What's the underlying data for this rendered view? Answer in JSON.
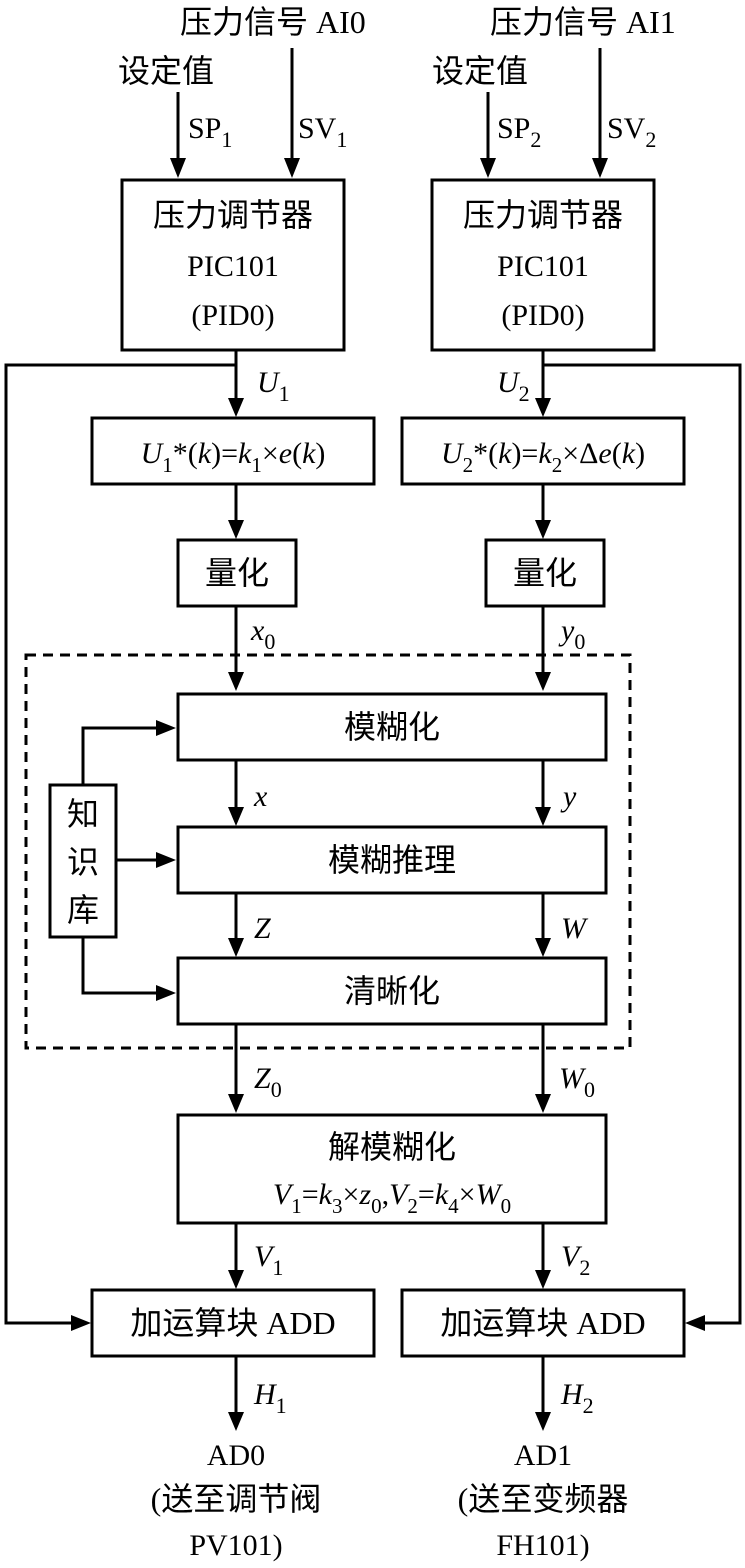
{
  "left": {
    "input_signal": "压力信号 AI0",
    "setpoint": "设定值",
    "sp": "SP",
    "sp_sub": "1",
    "sv": "SV",
    "sv_sub": "1",
    "controller": {
      "line1": "压力调节器",
      "line2": "PIC101",
      "line3": "(PID0)"
    },
    "u": "U",
    "u_sub": "1",
    "formula": {
      "a": "U",
      "a_sub": "1",
      "b": "*(",
      "c": "k",
      "d": ")=",
      "e": "k",
      "e_sub": "1",
      "f": "×",
      "g": "e",
      "h": "(",
      "i": "k",
      "j": ")"
    },
    "quantize": "量化",
    "q_out": "x",
    "q_out_sub": "0",
    "fz_out": "x",
    "inf_out": "Z",
    "def_out": "Z",
    "def_out_sub": "0",
    "v": "V",
    "v_sub": "1",
    "adder": "加运算块 ADD",
    "h": "H",
    "h_sub": "1",
    "output": {
      "line1": "AD0",
      "line2": "(送至调节阀",
      "line3": "PV101)"
    }
  },
  "right": {
    "input_signal": "压力信号 AI1",
    "setpoint": "设定值",
    "sp": "SP",
    "sp_sub": "2",
    "sv": "SV",
    "sv_sub": "2",
    "controller": {
      "line1": "压力调节器",
      "line2": "PIC101",
      "line3": "(PID0)"
    },
    "u": "U",
    "u_sub": "2",
    "formula": {
      "a": "U",
      "a_sub": "2",
      "b": "*(",
      "c": "k",
      "d": ")=",
      "e": "k",
      "e_sub": "2",
      "f": "×Δ",
      "g": "e",
      "h": "(",
      "i": "k",
      "j": ")"
    },
    "quantize": "量化",
    "q_out": "y",
    "q_out_sub": "0",
    "fz_out": "y",
    "inf_out": "W",
    "def_out": "W",
    "def_out_sub": "0",
    "v": "V",
    "v_sub": "2",
    "adder": "加运算块 ADD",
    "h": "H",
    "h_sub": "2",
    "output": {
      "line1": "AD1",
      "line2": "(送至变频器",
      "line3": "FH101)"
    }
  },
  "fuzzy": {
    "fuzzify": "模糊化",
    "inference": "模糊推理",
    "defuzzify": "清晰化",
    "kb1": "知",
    "kb2": "识",
    "kb3": "库"
  },
  "defuzz": {
    "title": "解模糊化",
    "f1": "V",
    "f1_sub": "1",
    "f2": "=",
    "f3": "k",
    "f3_sub": "3",
    "f4": "×",
    "f5": "z",
    "f5_sub": "0",
    "f6": ",",
    "f7": "V",
    "f7_sub": "2",
    "f8": "=",
    "f9": "k",
    "f9_sub": "4",
    "f10": "×",
    "f11": "W",
    "f11_sub": "0"
  }
}
